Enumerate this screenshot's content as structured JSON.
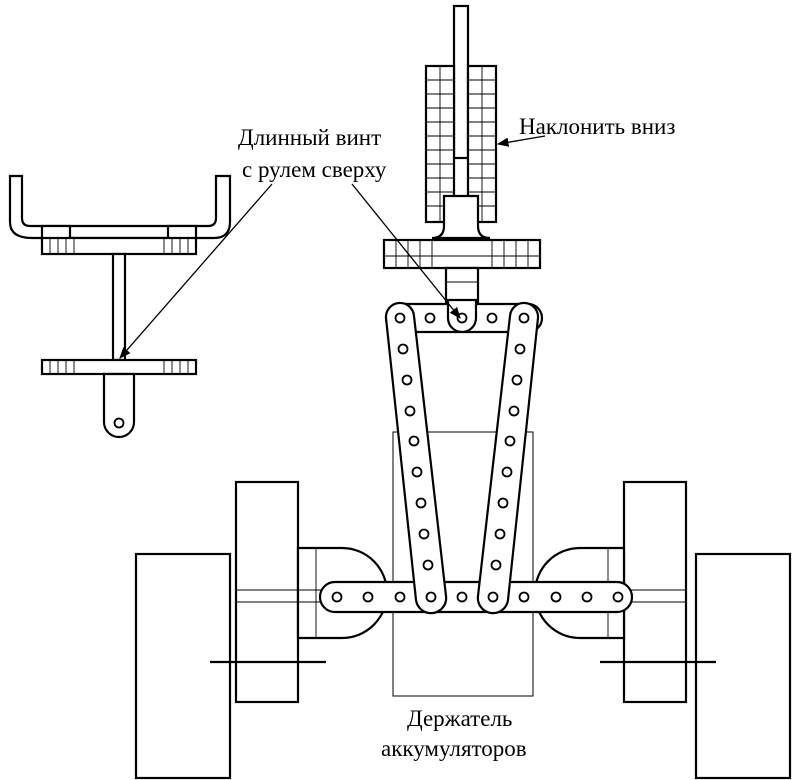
{
  "labels": {
    "long_screw_line1": "Длинный винт",
    "long_screw_line2": "с рулем сверху",
    "tilt_down": "Наклонить вниз",
    "battery_holder_line1": "Держатель",
    "battery_holder_line2": "аккумуляторов"
  },
  "colors": {
    "ink": "#000000",
    "paper": "#ffffff"
  }
}
